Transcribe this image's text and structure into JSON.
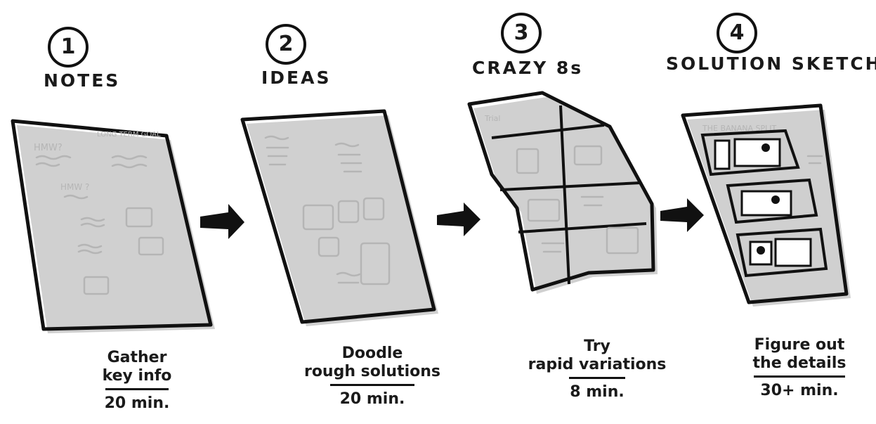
{
  "steps": [
    {
      "number": "1",
      "title": "NOTES",
      "caption_line1": "Gather",
      "caption_line2": "key info",
      "time": "20 min."
    },
    {
      "number": "2",
      "title": "IDEAS",
      "caption_line1": "Doodle",
      "caption_line2": "rough solutions",
      "time": "20 min."
    },
    {
      "number": "3",
      "title": "CRAZY 8s",
      "caption_line1": "Try",
      "caption_line2": "rapid variations",
      "time": "8 min."
    },
    {
      "number": "4",
      "title": "SOLUTION SKETCH",
      "caption_line1": "Figure out",
      "caption_line2": "the details",
      "time": "30+ min."
    }
  ],
  "sheet_text": {
    "notes_how": "HMW?",
    "notes_long_term": "LONG TERM GOAL",
    "notes_how2": "HMW ?",
    "crazy_trial": "Trial",
    "sketch_title": "THE BANANA SPLIT"
  },
  "colors": {
    "ink": "#111111",
    "sketch": "#b5b5b5",
    "shadow": "#d0d0d0",
    "panel": "#cfcfcf"
  }
}
